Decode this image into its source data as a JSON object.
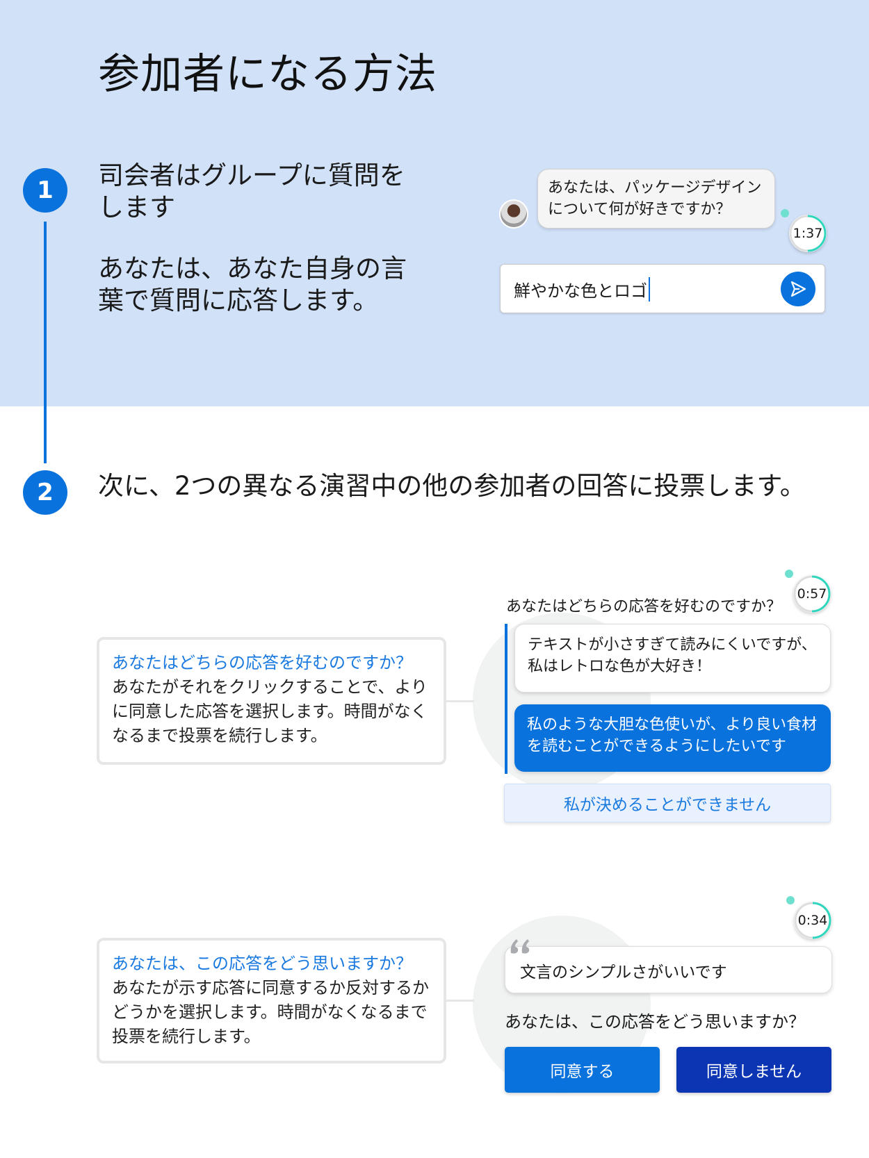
{
  "title": "参加者になる方法",
  "steps": [
    {
      "number": "1",
      "text1": "司会者はグループに質問をします",
      "text2": "あなたは、あなた自身の言葉で質問に応答します。"
    },
    {
      "number": "2",
      "text": "次に、2つの異なる演習中の他の参加者の回答に投票します。"
    }
  ],
  "demo1": {
    "question": "あなたは、パッケージデザインについて何が好きですか？",
    "timer": "1:37",
    "input_value": "鮮やかな色とロゴ",
    "send_icon": "send-icon"
  },
  "demo2": {
    "card_title": "あなたはどちらの応答を好むのですか？",
    "card_body": "あなたがそれをクリックすることで、よりに同意した応答を選択します。時間がなくなるまで投票を続行します。",
    "question": "あなたはどちらの応答を好むのですか？",
    "timer": "0:57",
    "option1": "テキストが小さすぎて読みにくいですが、私はレトロな色が大好き！",
    "option2": "私のような大胆な色使いが、より良い食材を読むことができるようにしたいです",
    "cant_decide": "私が決めることができません"
  },
  "demo3": {
    "card_title": "あなたは、この応答をどう思いますか？",
    "card_body": "あなたが示す応答に同意するか反対するかどうかを選択します。時間がなくなるまで投票を続行します。",
    "timer": "0:34",
    "response": "文言のシンプルさがいいです",
    "question": "あなたは、この応答をどう思いますか？",
    "agree": "同意する",
    "disagree": "同意しません"
  },
  "colors": {
    "primary": "#0a72dc",
    "dark": "#0b35b3",
    "teal": "#2fd6bd",
    "hero_bg": "#d1e1f8"
  }
}
